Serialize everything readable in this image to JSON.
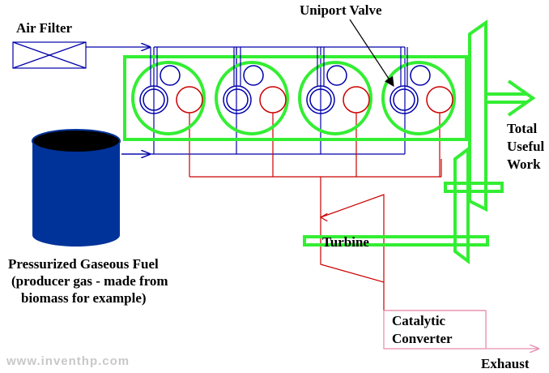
{
  "labels": {
    "air_filter": "Air Filter",
    "uniport_valve": "Uniport Valve",
    "total_useful_work": [
      "Total",
      "Useful",
      "Work"
    ],
    "turbine": "Turbine",
    "fuel": [
      "Pressurized Gaseous Fuel",
      "(producer gas - made from",
      "biomass for example)"
    ],
    "catalytic_converter": [
      "Catalytic",
      "Converter"
    ],
    "exhaust": "Exhaust",
    "watermark": "www.inventhp.com"
  },
  "colors": {
    "engine": "#33ee33",
    "intake": "#0000aa",
    "exhaust": "#cc0000",
    "exhaust_pipe": "#e890b0",
    "tank": "#003399",
    "tank_top": "#000000",
    "text": "#000000",
    "watermark": "#c8c8c8"
  },
  "cylinders": [
    {
      "name": "cylinder-1"
    },
    {
      "name": "cylinder-2"
    },
    {
      "name": "cylinder-3"
    },
    {
      "name": "cylinder-4"
    }
  ]
}
